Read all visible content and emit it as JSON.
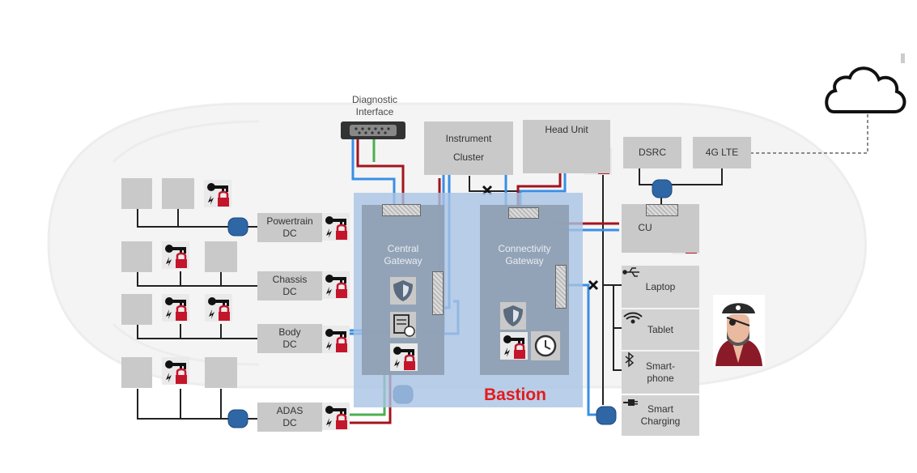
{
  "diagram": {
    "diagnostic": {
      "line1": "Diagnostic",
      "line2": "Interface"
    },
    "instrument_cluster": {
      "line1": "Instrument",
      "line2": "Cluster"
    },
    "head_unit": "Head Unit",
    "dsrc": "DSRC",
    "lte": "4G LTE",
    "cu": "CU",
    "central_gateway": {
      "line1": "Central",
      "line2": "Gateway"
    },
    "connectivity_gateway": {
      "line1": "Connectivity",
      "line2": "Gateway"
    },
    "bastion": "Bastion",
    "domains": [
      {
        "line1": "Powertrain",
        "line2": "DC"
      },
      {
        "line1": "Chassis",
        "line2": "DC"
      },
      {
        "line1": "Body",
        "line2": "DC"
      },
      {
        "line1": "ADAS",
        "line2": "DC"
      }
    ],
    "devices": [
      {
        "label": "Laptop",
        "icon": "usb-icon"
      },
      {
        "label": "Tablet",
        "icon": "wifi-icon"
      },
      {
        "line1": "Smart-",
        "line2": "phone",
        "icon": "bluetooth-icon"
      },
      {
        "line1": "Smart",
        "line2": "Charging",
        "icon": "plug-icon"
      }
    ],
    "colors": {
      "box": "#c9c9c9",
      "blue_line": "#3a8ee6",
      "red_line": "#a3141c",
      "green_line": "#4caf50",
      "connector": "#2f66a6",
      "bastion_text": "#e31b1b",
      "bastion_area": "#a9c3e3",
      "gateway": "#8f9fb3"
    }
  }
}
